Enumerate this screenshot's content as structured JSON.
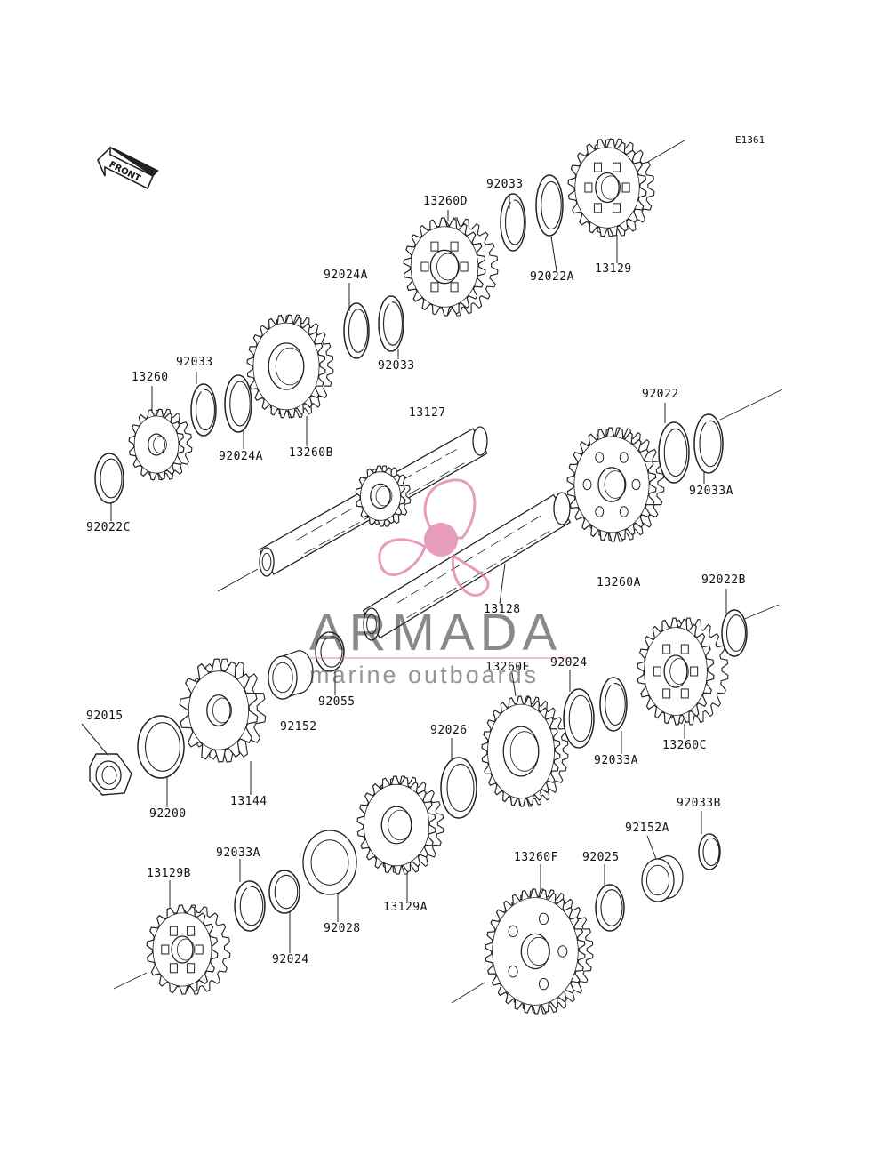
{
  "diagram": {
    "code": "E1361",
    "front_label": "FRONT",
    "part_labels": {
      "p13129": "13129",
      "p92022A": "92022A",
      "p92033_top": "92033",
      "p13260D": "13260D",
      "p92024A_top": "92024A",
      "p92033_mid": "92033",
      "p13260": "13260",
      "p92033_left": "92033",
      "p92024A_left": "92024A",
      "p13260B": "13260B",
      "p92022C": "92022C",
      "p13127": "13127",
      "p92022": "92022",
      "p92033A_right": "92033A",
      "p13260A": "13260A",
      "p92022B": "92022B",
      "p13128": "13128",
      "p92055": "92055",
      "p92152": "92152",
      "p92015": "92015",
      "p92200": "92200",
      "p13144": "13144",
      "p13260E": "13260E",
      "p92024_mid": "92024",
      "p92026": "92026",
      "p92033A_mid": "92033A",
      "p13260C": "13260C",
      "p92033B": "92033B",
      "p92152A": "92152A",
      "p13260F": "13260F",
      "p92025": "92025",
      "p92033A_low": "92033A",
      "p13129B": "13129B",
      "p92024_low": "92024",
      "p92028": "92028",
      "p13129A": "13129A"
    }
  },
  "watermark": {
    "brand": "ARMADA",
    "tagline": "marine outboards",
    "color": "#e07aa8"
  }
}
